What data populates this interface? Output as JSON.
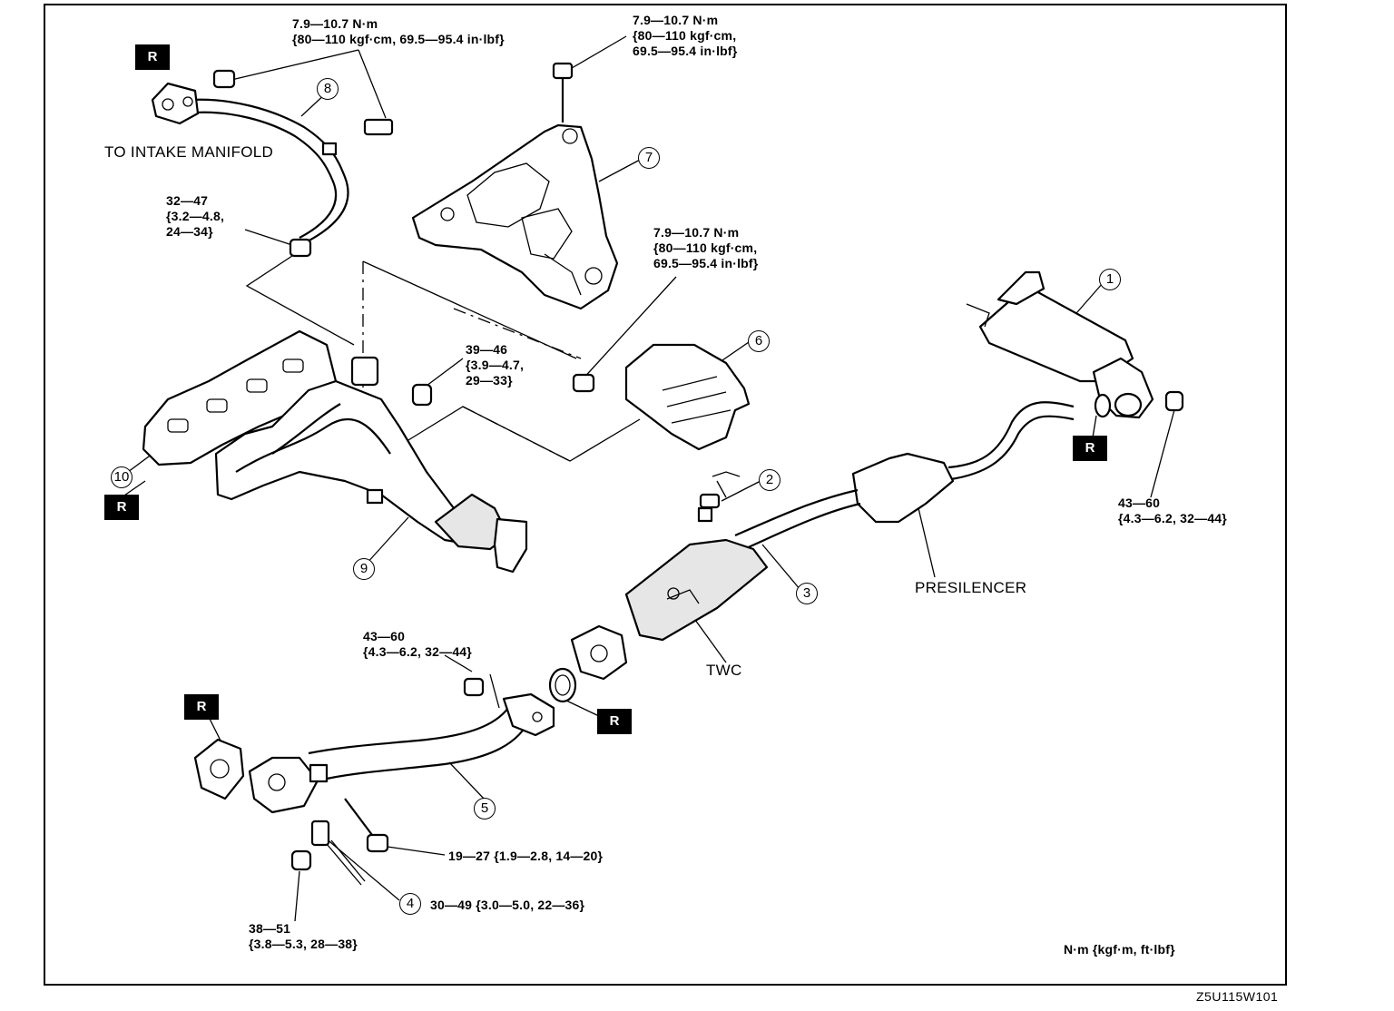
{
  "diagram_code": "Z5U115W101",
  "unit_legend": "N·m {kgf·m, ft·lbf}",
  "callouts": {
    "c1": "1",
    "c2": "2",
    "c3": "3",
    "c4": "4",
    "c5": "5",
    "c6": "6",
    "c7": "7",
    "c8": "8",
    "c9": "9",
    "c10": "10"
  },
  "labels": {
    "to_intake_manifold": "TO INTAKE MANIFOLD",
    "presilencer": "PRESILENCER",
    "twc": "TWC"
  },
  "replace_mark": "R",
  "torques": {
    "t_pipe8_top": "7.9—10.7 N·m\n{80—110 kgf·cm, 69.5—95.4 in·lbf}",
    "t_insulator7": "7.9—10.7 N·m\n{80—110 kgf·cm,\n69.5—95.4 in·lbf}",
    "t_insulator6": "7.9—10.7 N·m\n{80—110 kgf·cm,\n69.5—95.4 in·lbf}",
    "t_pipe8_lower": "32—47\n{3.2—4.8,\n24—34}",
    "t_manifold_nut": "39—46\n{3.9—4.7,\n29—33}",
    "t_main_silencer": "43—60\n{4.3—6.2, 32—44}",
    "t_front_pipe_nut": "43—60\n{4.3—6.2, 32—44}",
    "t_bracket_bolt": "19—27 {1.9—2.8, 14—20}",
    "t_sensor4": "30—49 {3.0—5.0, 22—36}",
    "t_front_flange": "38—51\n{3.8—5.3, 28—38}"
  }
}
